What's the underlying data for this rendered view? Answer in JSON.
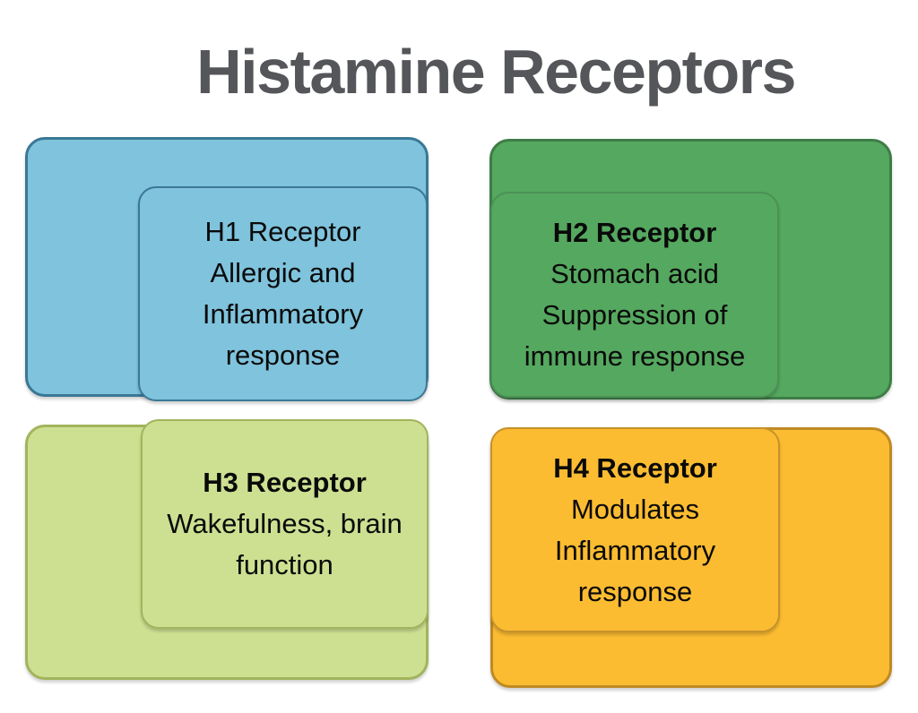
{
  "title": {
    "text": "Histamine Receptors",
    "color": "#545659"
  },
  "receptors": [
    {
      "name": "H1 Receptor",
      "lines": [
        "Allergic and",
        "Inflammatory",
        "response"
      ],
      "fill": "#7FC3DC",
      "border": "#3A7896",
      "inner_border": "#3A7896"
    },
    {
      "name": "H2 Receptor",
      "lines": [
        "Stomach acid",
        "Suppression of",
        "immune response"
      ],
      "fill": "#55A85F",
      "border": "#3E7D46",
      "inner_border": "#4C9156"
    },
    {
      "name": "H3 Receptor",
      "lines": [
        "Wakefulness, brain",
        "function"
      ],
      "fill": "#CDE092",
      "border": "#A2B45C",
      "inner_border": "#A2B45C"
    },
    {
      "name": "H4 Receptor",
      "lines": [
        "Modulates",
        "Inflammatory",
        "response"
      ],
      "fill": "#FCBC31",
      "border": "#BF8A23",
      "inner_border": "#C6922B"
    }
  ]
}
